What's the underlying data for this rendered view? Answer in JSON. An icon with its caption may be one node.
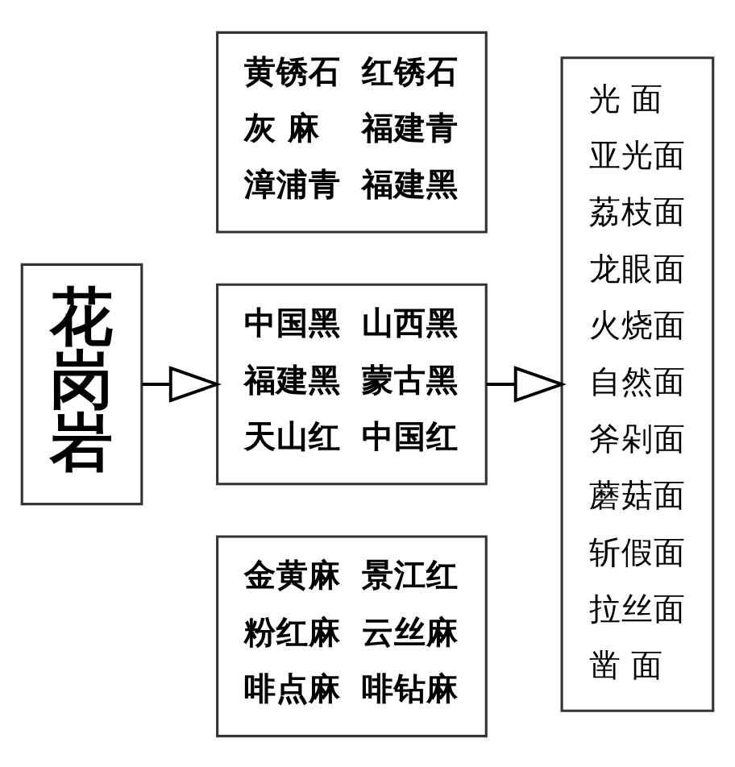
{
  "diagram": {
    "nodes": [
      {
        "text": [
          "花岗岩"
        ]
      },
      {
        "text": [
          "黄锈石",
          "红锈石",
          "灰 麻",
          "福建青",
          "漳浦青",
          "福建黑"
        ]
      },
      {
        "text": [
          "中国黑",
          "山西黑",
          "福建黑",
          "蒙古黑",
          "天山红",
          "中国红"
        ]
      },
      {
        "text": [
          "金黄麻",
          "景江红",
          "粉红麻",
          "云丝麻",
          "啡点麻",
          "啡钻麻"
        ]
      },
      {
        "text": [
          "光 面",
          "亚光面",
          "荔枝面",
          "龙眼面",
          "火烧面",
          "自然面",
          "斧剁面",
          "蘑菇面",
          "斩假面",
          "拉丝面",
          "凿 面"
        ]
      }
    ],
    "edges": [
      {
        "from": 0,
        "to": 2,
        "arrow": "to"
      },
      {
        "from": 2,
        "to": 4,
        "arrow": "to"
      }
    ]
  }
}
